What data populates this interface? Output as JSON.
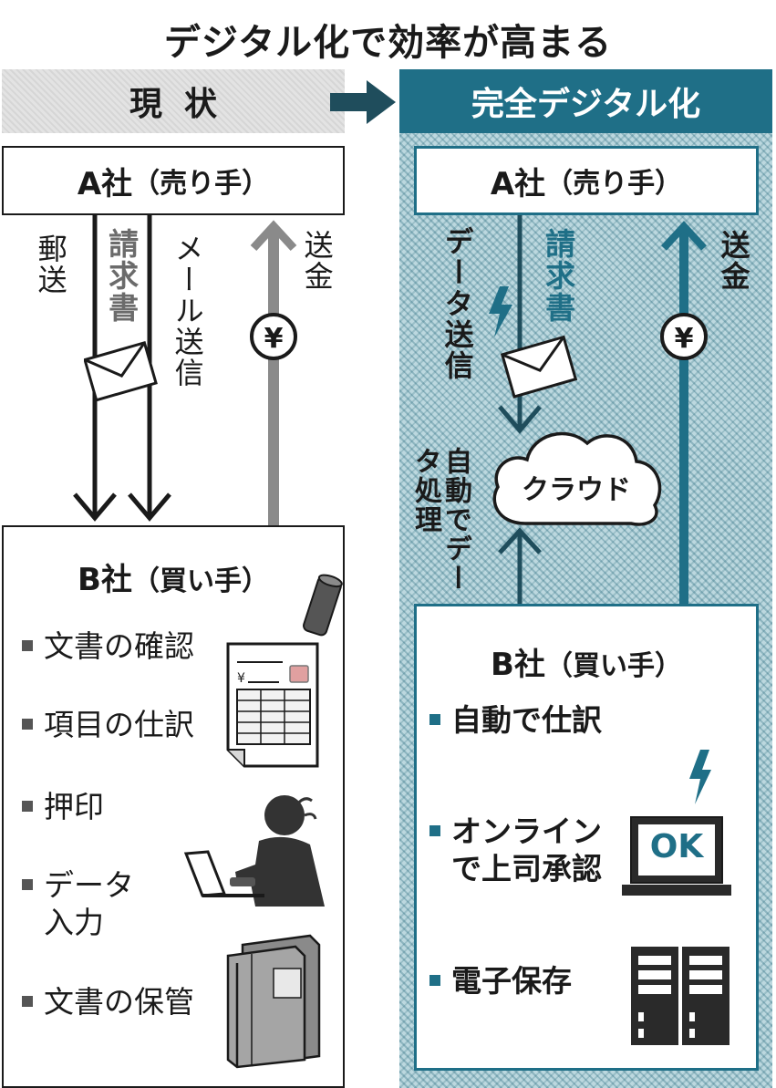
{
  "title": "デジタル化で効率が高まる",
  "left": {
    "header": "現状",
    "seller": {
      "name": "A社",
      "role": "（売り手）"
    },
    "buyer": {
      "name": "B社",
      "role": "（買い手）"
    },
    "labels": {
      "mail": "郵送",
      "invoice": "請求書",
      "email": "メール送信",
      "payment": "送金"
    },
    "tasks": [
      "文書の確認",
      "項目の仕訳",
      "押印",
      "データ\n入力",
      "文書の保管"
    ]
  },
  "right": {
    "header": "完全デジタル化",
    "seller": {
      "name": "A社",
      "role": "（売り手）"
    },
    "buyer": {
      "name": "B社",
      "role": "（買い手）"
    },
    "labels": {
      "data_send": "データ送信",
      "invoice": "請求書",
      "payment": "送金",
      "auto_process": "自動でデータ処理",
      "cloud": "クラウド"
    },
    "tasks": [
      "自動で仕訳",
      "オンライン\nで上司承認",
      "電子保存"
    ],
    "screen_text": "OK"
  },
  "icons": [
    "envelope-icon",
    "yen-icon",
    "lightning-icon",
    "cloud-icon",
    "stamp-icon",
    "invoice-document-icon",
    "worker-laptop-icon",
    "binders-icon",
    "laptop-icon",
    "server-icon"
  ],
  "colors": {
    "teal": "#1f6f87",
    "panel": "#bcd8df",
    "gray": "#6b6b6b"
  }
}
